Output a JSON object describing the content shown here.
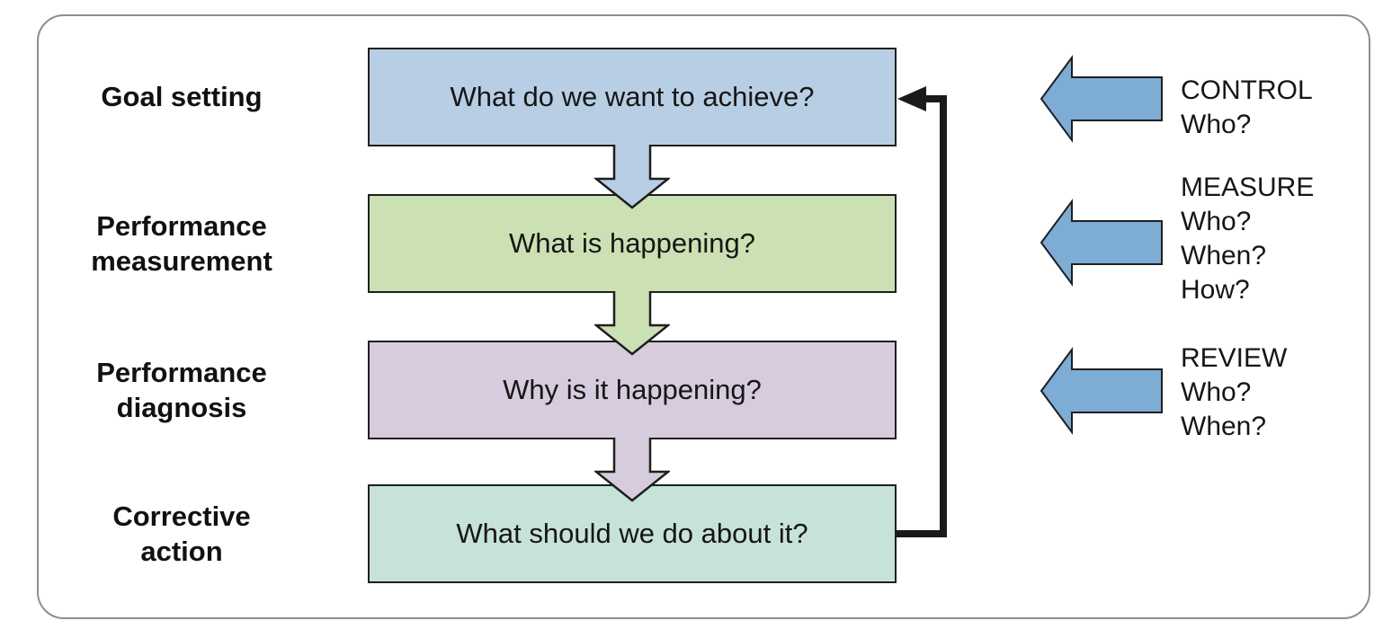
{
  "stages": [
    {
      "label": "Goal setting",
      "question": "What do we want to achieve?",
      "color": "#b8cee4"
    },
    {
      "label": "Performance\nmeasurement",
      "question": "What is happening?",
      "color": "#cce1b3"
    },
    {
      "label": "Performance\ndiagnosis",
      "question": "Why is it happening?",
      "color": "#d7cbde"
    },
    {
      "label": "Corrective\naction",
      "question": "What should we do about it?",
      "color": "#c7e2d8"
    }
  ],
  "side_annotations": [
    {
      "name": "control",
      "text": "CONTROL\nWho?"
    },
    {
      "name": "measure",
      "text": "MEASURE\nWho?\nWhen?\nHow?"
    },
    {
      "name": "review",
      "text": "REVIEW\nWho?\nWhen?"
    }
  ],
  "colors": {
    "side_arrow_fill": "#7dacd5",
    "box_border": "#1f1f1f",
    "feedback_loop": "#1a1a1a",
    "frame_border": "#8e8e8e"
  }
}
